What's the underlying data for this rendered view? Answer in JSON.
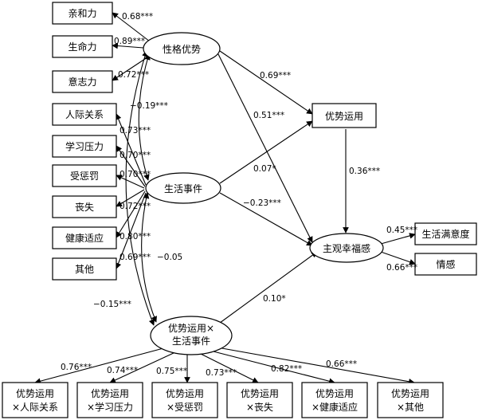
{
  "nodes": {
    "qinhe": "亲和力",
    "shengming": "生命力",
    "yizhi": "意志力",
    "renji": "人际关系",
    "xuexi": "学习压力",
    "shouchengfa": "受惩罚",
    "sangshi": "丧失",
    "jiankang": "健康适应",
    "qita": "其他",
    "xingge": "性格优势",
    "shenghuo": "生活事件",
    "inter_l1": "优势运用×",
    "inter_l2": "生活事件",
    "youshi": "优势运用",
    "zhuguan": "主观幸福感",
    "manyi": "生活满意度",
    "qinggan": "情感",
    "b1_l1": "优势运用",
    "b1_l2": "×人际关系",
    "b2_l1": "优势运用",
    "b2_l2": "×学习压力",
    "b3_l1": "优势运用",
    "b3_l2": "×受惩罚",
    "b4_l1": "优势运用",
    "b4_l2": "×丧失",
    "b5_l1": "优势运用",
    "b5_l2": "×健康适应",
    "b6_l1": "优势运用",
    "b6_l2": "×其他"
  },
  "coefs": {
    "qinhe": "0.68***",
    "shengming": "0.89***",
    "yizhi": "0.72***",
    "renji": "0.73***",
    "xuexi": "0.70***",
    "shouchengfa": "0.70***",
    "sangshi": "0.72***",
    "jiankang": "0.80***",
    "qita": "0.69***",
    "corr_xg_sh": "−0.19***",
    "corr_sh_int": "−0.05",
    "corr_xg_int": "−0.15***",
    "xg_youshi": "0.69***",
    "xg_zhuguan": "0.51***",
    "sh_youshi": "0.07*",
    "sh_zhuguan": "−0.23***",
    "youshi_zhuguan": "0.36***",
    "int_zhuguan": "0.10*",
    "manyi": "0.45***",
    "qinggan": "0.66***",
    "b1": "0.76***",
    "b2": "0.74***",
    "b3": "0.75***",
    "b4": "0.73***",
    "b5": "0.82***",
    "b6": "0.66***"
  }
}
